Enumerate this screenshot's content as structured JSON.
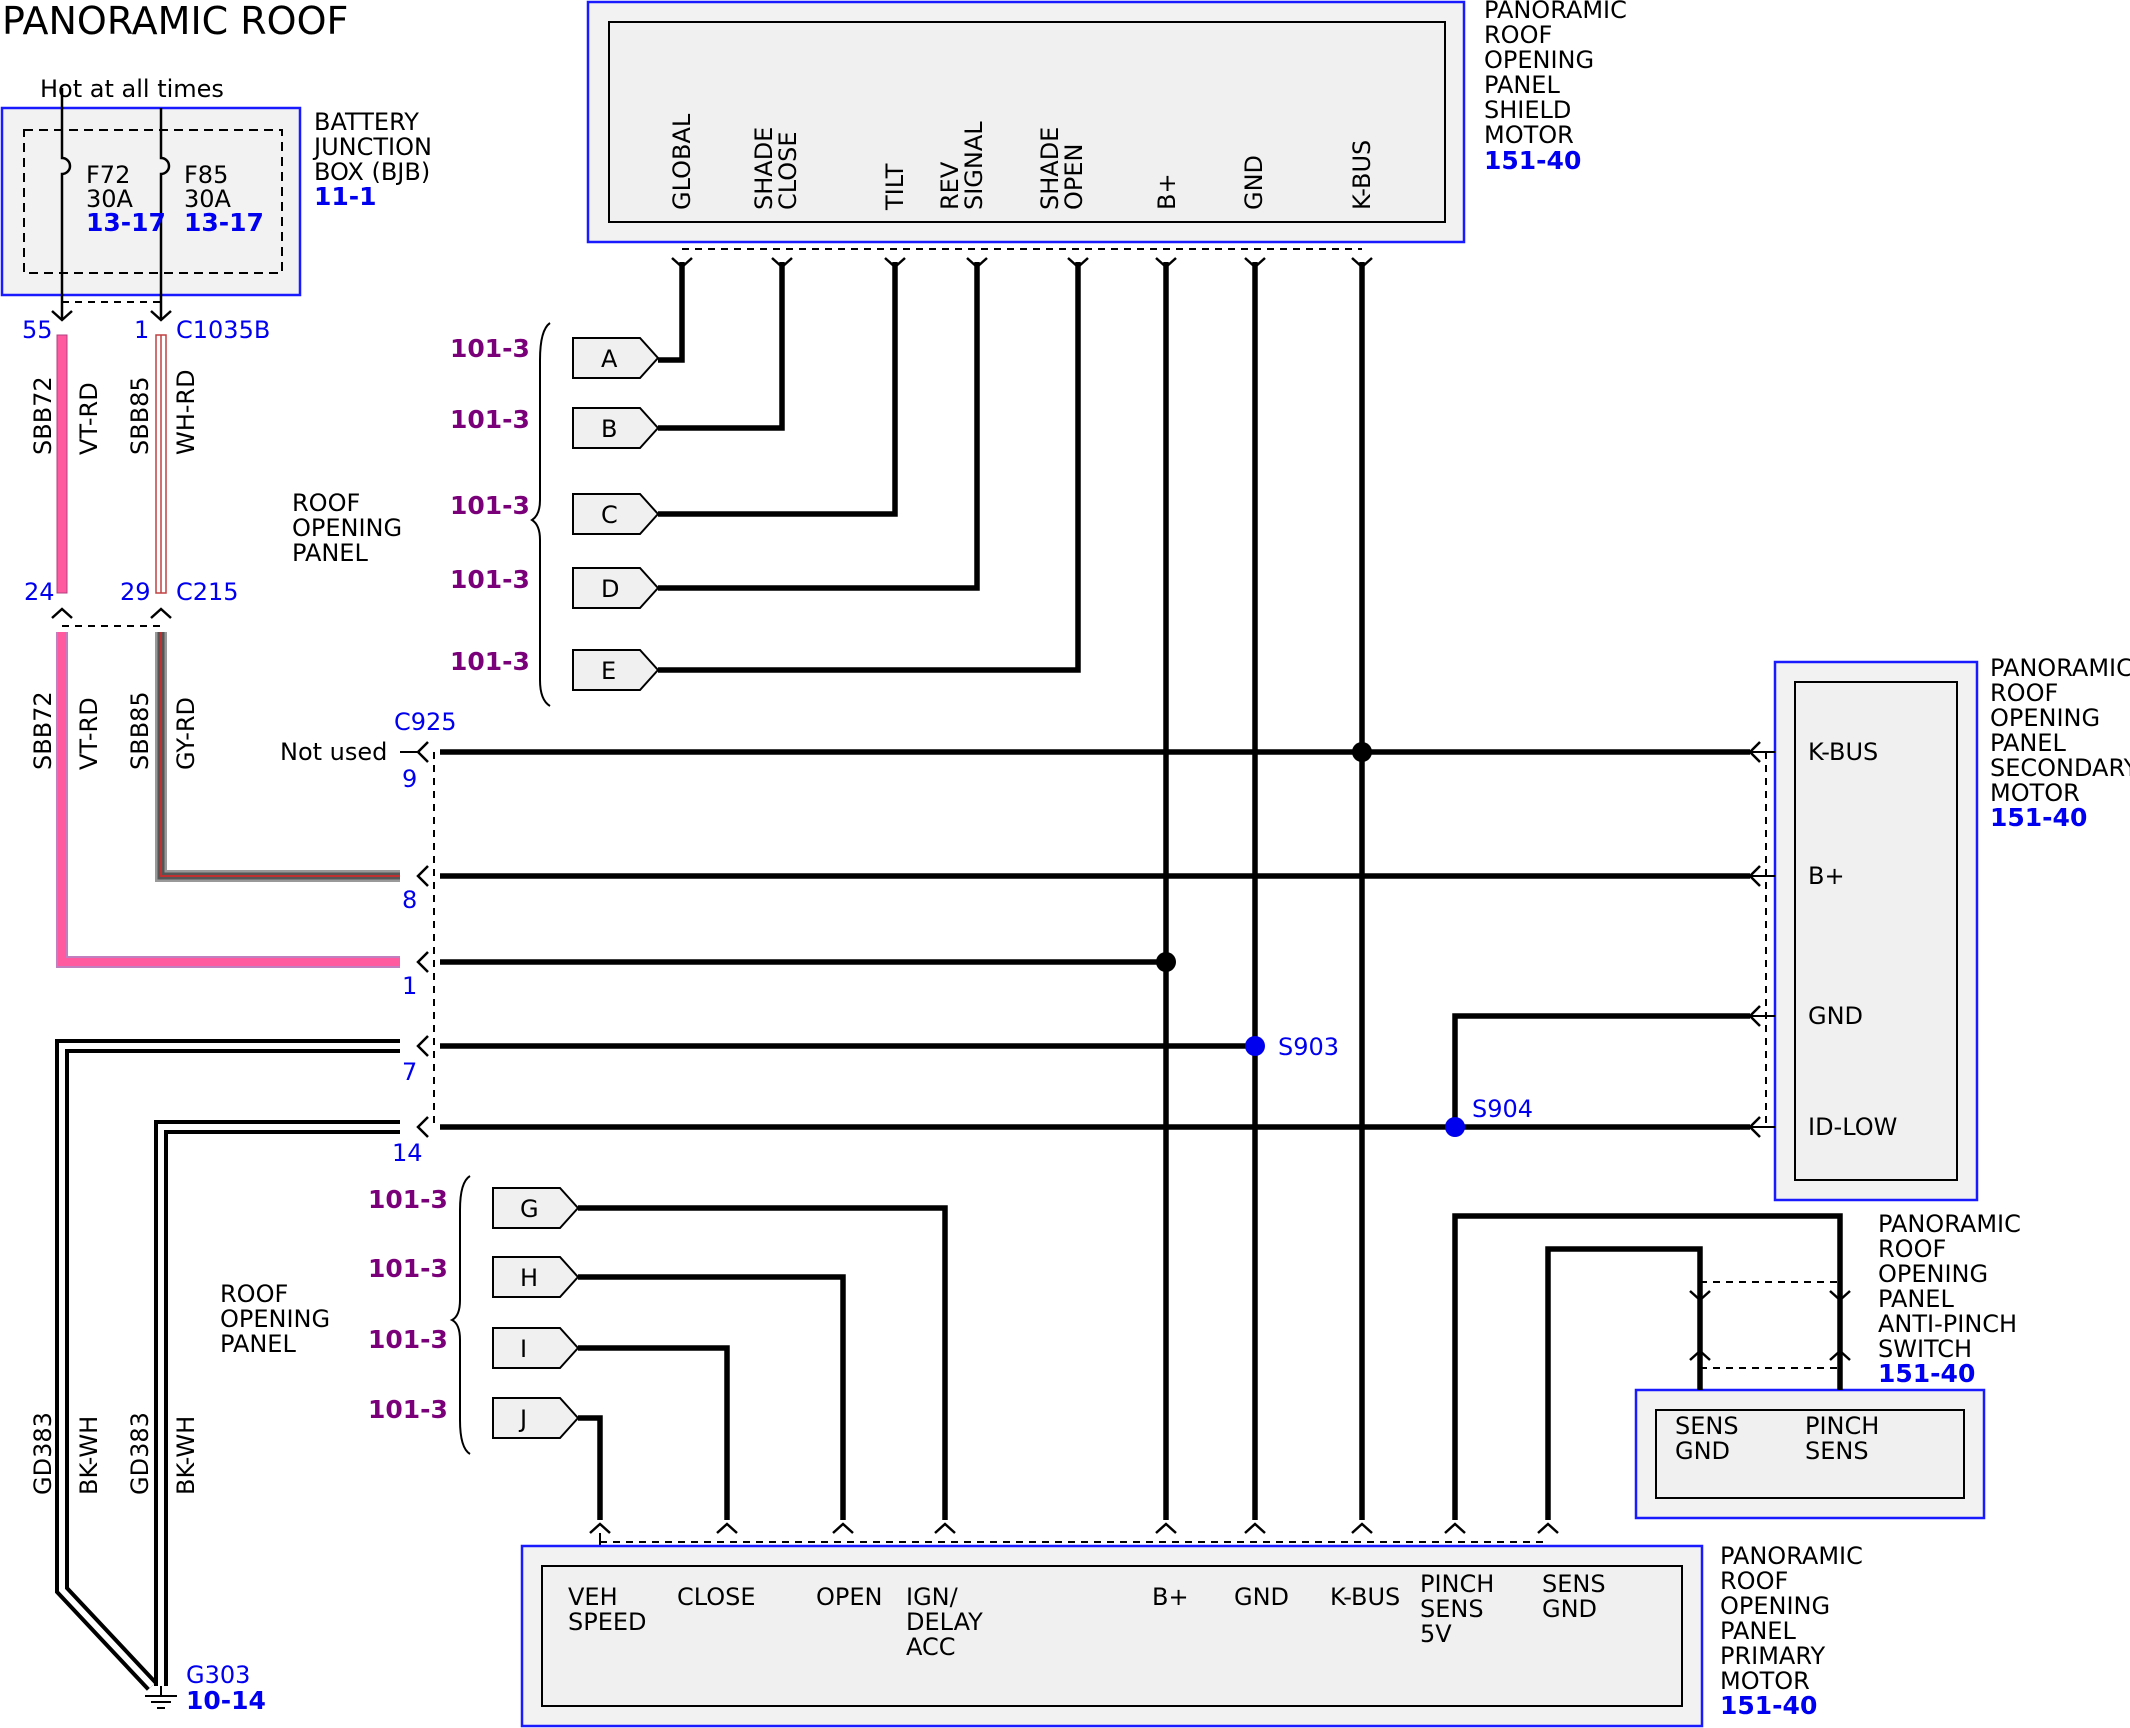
{
  "title": "PANORAMIC ROOF",
  "hot_label": "Hot at all times",
  "bjb": {
    "lines": [
      "BATTERY",
      "JUNCTION",
      "BOX (BJB)"
    ],
    "ref": "11-1",
    "fuses": [
      {
        "id": "F72",
        "rating": "30A",
        "ref": "13-17",
        "pin": "55",
        "circuit": "SBB72",
        "color": "VT-RD"
      },
      {
        "id": "F85",
        "rating": "30A",
        "ref": "13-17",
        "pin": "1",
        "circuit": "SBB85",
        "color": "WH-RD"
      }
    ],
    "connector": "C1035B"
  },
  "c215": {
    "name": "C215",
    "pins": [
      "24",
      "29"
    ],
    "circuits": [
      "SBB72",
      "SBB85"
    ],
    "colors": [
      "VT-RD",
      "GY-RD"
    ]
  },
  "c925": {
    "name": "C925",
    "not_used": "Not used",
    "pins": [
      "9",
      "8",
      "1",
      "7",
      "14"
    ]
  },
  "shield_motor": {
    "lines": [
      "PANORAMIC",
      "ROOF",
      "OPENING",
      "PANEL",
      "SHIELD",
      "MOTOR"
    ],
    "ref": "151-40",
    "pins": [
      "GLOBAL",
      "SHADE CLOSE",
      "TILT",
      "REV SIGNAL",
      "SHADE OPEN",
      "B+",
      "GND",
      "K-BUS"
    ]
  },
  "secondary_motor": {
    "lines": [
      "PANORAMIC",
      "ROOF",
      "OPENING",
      "PANEL",
      "SECONDARY",
      "MOTOR"
    ],
    "ref": "151-40",
    "pins": [
      "K-BUS",
      "B+",
      "GND",
      "ID-LOW"
    ]
  },
  "antipinch": {
    "lines": [
      "PANORAMIC",
      "ROOF",
      "OPENING",
      "PANEL",
      "ANTI-PINCH",
      "SWITCH"
    ],
    "ref": "151-40",
    "pins": [
      [
        "SENS",
        "GND"
      ],
      [
        "PINCH",
        "SENS"
      ]
    ]
  },
  "primary_motor": {
    "lines": [
      "PANORAMIC",
      "ROOF",
      "OPENING",
      "PANEL",
      "PRIMARY",
      "MOTOR"
    ],
    "ref": "151-40",
    "pins": [
      [
        "VEH",
        "SPEED"
      ],
      [
        "CLOSE"
      ],
      [
        "OPEN"
      ],
      [
        "IGN/",
        "DELAY",
        "ACC"
      ],
      [
        "B+"
      ],
      [
        "GND"
      ],
      [
        "K-BUS"
      ],
      [
        "PINCH",
        "SENS",
        "5V"
      ],
      [
        "SENS",
        "GND"
      ]
    ]
  },
  "splices": [
    "S903",
    "S904"
  ],
  "ground": {
    "name": "G303",
    "ref": "10-14",
    "circuits": [
      "GD383",
      "GD383"
    ],
    "colors": [
      "BK-WH",
      "BK-WH"
    ]
  },
  "group1": {
    "label": [
      "ROOF",
      "OPENING",
      "PANEL"
    ],
    "refs": [
      "101-3",
      "101-3",
      "101-3",
      "101-3",
      "101-3"
    ],
    "connectors": [
      "A",
      "B",
      "C",
      "D",
      "E"
    ]
  },
  "group2": {
    "label": [
      "ROOF",
      "OPENING",
      "PANEL"
    ],
    "refs": [
      "101-3",
      "101-3",
      "101-3",
      "101-3"
    ],
    "connectors": [
      "G",
      "H",
      "I",
      "J"
    ]
  },
  "colors": {
    "accent": "#0000ee",
    "ref_purple": "#7a007a",
    "vt_rd": "#ff5aa0",
    "gy_rd": "#666666",
    "box_border": "#1a1aff"
  }
}
